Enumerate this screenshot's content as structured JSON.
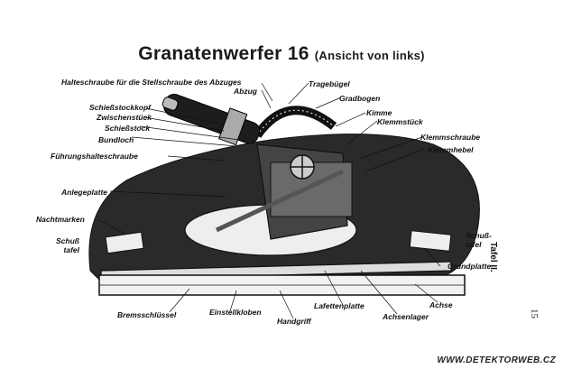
{
  "title": "Granatenwerfer 16",
  "subtitle": "(Ansicht von links)",
  "labels": {
    "halteschraube": "Halteschraube für die Stellschraube des Abzuges",
    "tragebuegel": "Tragebügel",
    "abzug": "Abzug",
    "gradbogen": "Gradbogen",
    "schiessstockkopf": "Schießstockkopf",
    "kimme": "Kimme",
    "zwischenstueck": "Zwischenstück",
    "klemmstueck": "Klemmstück",
    "schiessstock": "Schießstock",
    "klemmschraube": "Klemmschraube",
    "bundloch": "Bundloch",
    "klemmhebel": "Klemmhebel",
    "fuehrungshalteschraube": "Führungshalteschraube",
    "anlegeplatte": "Anlegeplatte",
    "nachtmarken": "Nachtmarken",
    "schusstafel_left": "Schuß\ntafel",
    "schusstafel_right": "Schuß-\ntafel",
    "grundplatte": "Grundplatte",
    "bremsschluessel": "Bremsschlüssel",
    "einstellkloben": "Einstellkloben",
    "handgriff": "Handgriff",
    "lafettenplatte": "Lafettenplatte",
    "achsenlager": "Achsenlager",
    "achse": "Achse"
  },
  "side_label": "Tafel II.",
  "page_number": "15",
  "watermark": "WWW.DETEKTORWEB.CZ"
}
